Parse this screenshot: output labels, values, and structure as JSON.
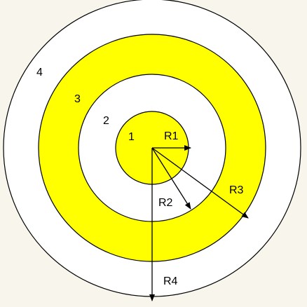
{
  "diagram": {
    "background_color": "#f8f5ec",
    "ring_colors": [
      "#ffff00",
      "#ffffff",
      "#ffff00",
      "#ffffff"
    ],
    "outline_color": "#000000",
    "regions": [
      {
        "label": "1"
      },
      {
        "label": "2"
      },
      {
        "label": "3"
      },
      {
        "label": "4"
      }
    ],
    "radii": [
      {
        "label": "R1"
      },
      {
        "label": "R2"
      },
      {
        "label": "R3"
      },
      {
        "label": "R4"
      }
    ]
  }
}
